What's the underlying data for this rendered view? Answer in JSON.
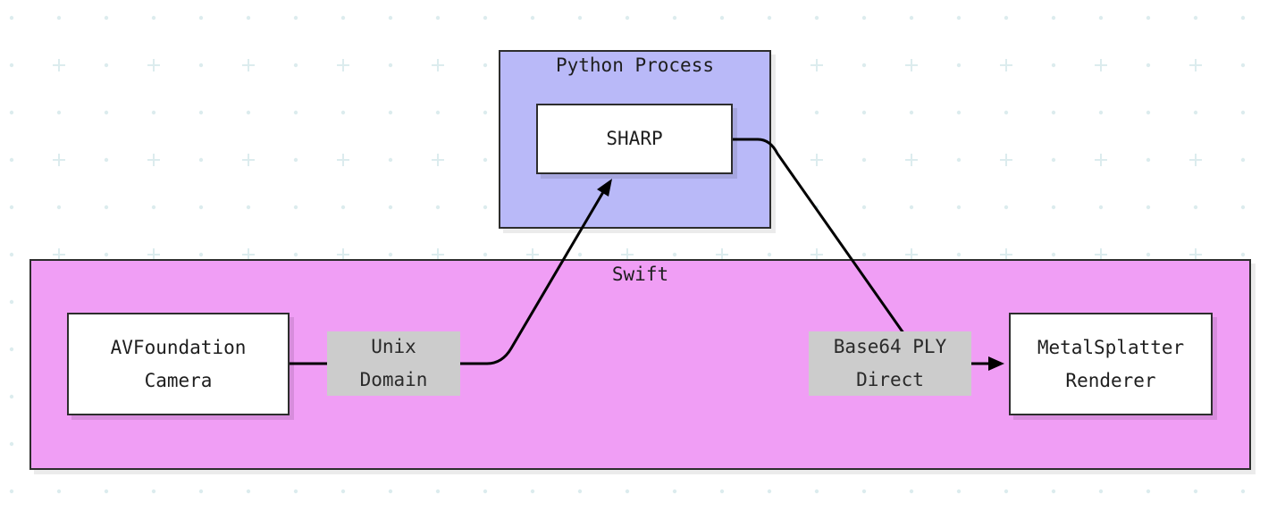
{
  "groups": {
    "python": {
      "title": "Python Process",
      "fill": "#b9b9f8"
    },
    "swift": {
      "title": "Swift",
      "fill": "#f09ef5"
    }
  },
  "nodes": {
    "sharp": {
      "lines": [
        "SHARP"
      ]
    },
    "camera": {
      "lines": [
        "AVFoundation",
        "Camera"
      ]
    },
    "renderer": {
      "lines": [
        "MetalSplatter",
        "Renderer"
      ]
    }
  },
  "edge_labels": {
    "unix": {
      "lines": [
        "Unix",
        "Domain"
      ]
    },
    "ply": {
      "lines": [
        "Base64 PLY",
        "Direct"
      ]
    }
  },
  "edges": [
    {
      "from": "camera",
      "to": "sharp",
      "label": "unix"
    },
    {
      "from": "sharp",
      "to": "renderer",
      "label": "ply"
    }
  ],
  "colors": {
    "stroke": "#000000",
    "grid": "#dcecee",
    "label_bg": "#cccccc"
  }
}
